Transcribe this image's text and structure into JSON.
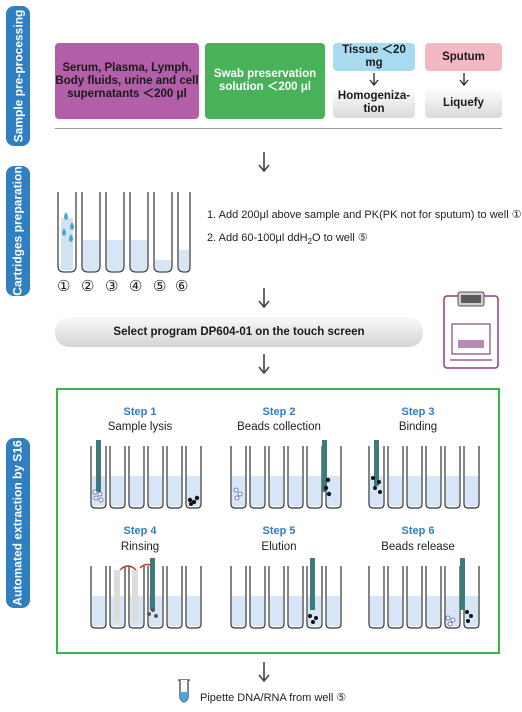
{
  "stages": {
    "preprocessing": "Sample pre-processing",
    "cartridges": "Cartridges preparation",
    "automated": "Automated extraction by S16"
  },
  "samples": {
    "serum": "Serum, Plasma, Lymph, Body fluids, urine and cell supernatants ＜200 μl",
    "swab": "Swab preservation solution ＜200 μl",
    "tissue": "Tissue ＜20 mg",
    "tissue_process": "Homogeniza-tion",
    "sputum": "Sputum",
    "sputum_process": "Liquefy"
  },
  "colors": {
    "serum": "#b35ea8",
    "swab": "#47b25a",
    "tissue": "#a8daf0",
    "sputum": "#f3b8c4",
    "stage": "#2f7fc1",
    "frame": "#39b54a"
  },
  "wells": [
    "①",
    "②",
    "③",
    "④",
    "⑤",
    "⑥"
  ],
  "instructions": {
    "line1": "1. Add 200μl above sample and PK(PK not for sputum) to well ①",
    "line2_pre": "2. Add 60-100μl ddH",
    "line2_sub": "2",
    "line2_post": "O to well ⑤"
  },
  "program": "Select program DP604-01 on the touch screen",
  "steps": [
    {
      "title": "Step 1",
      "desc": "Sample lysis"
    },
    {
      "title": "Step 2",
      "desc": "Beads collection"
    },
    {
      "title": "Step 3",
      "desc": "Binding"
    },
    {
      "title": "Step 4",
      "desc": "Rinsing"
    },
    {
      "title": "Step 5",
      "desc": "Elution"
    },
    {
      "title": "Step 6",
      "desc": "Beads release"
    }
  ],
  "final": "Pipette DNA/RNA from well ⑤",
  "icons": [
    "down-arrow-icon",
    "instrument-icon",
    "tube-icon",
    "water-drop-icon",
    "rod-icon",
    "bead-icon"
  ]
}
